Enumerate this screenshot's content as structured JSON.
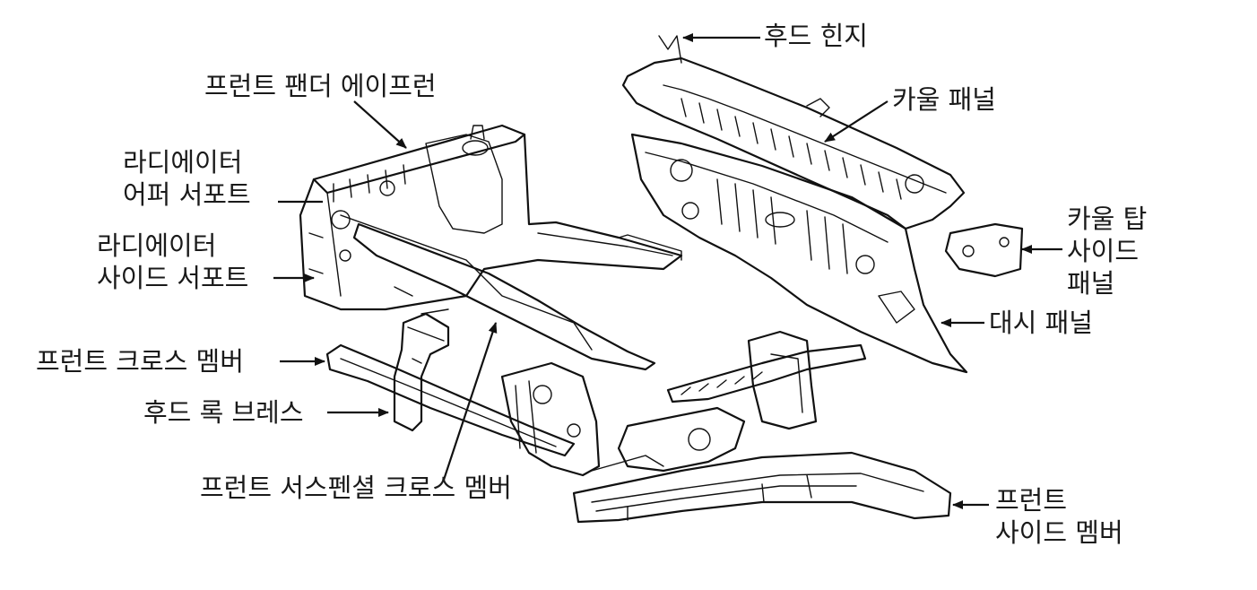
{
  "labels": {
    "hood_hinge": "후드 힌지",
    "front_fender_apron": "프런트 팬더 에이프런",
    "cowl_panel": "카울 패널",
    "radiator_upper_support": [
      "라디에이터",
      "어퍼 서포트"
    ],
    "radiator_side_support": [
      "라디에이터",
      "사이드 서포트"
    ],
    "cowl_top_side_panel": [
      "카울 탑",
      "사이드",
      "패널"
    ],
    "dash_panel": "대시 패널",
    "front_cross_member": "프런트 크로스 멤버",
    "hood_lock_brace": "후드 록 브레스",
    "front_suspension_cross_member": "프런트 서스펜셜 크로스 멤버",
    "front_side_member": [
      "프런트",
      "사이드 멤버"
    ]
  }
}
